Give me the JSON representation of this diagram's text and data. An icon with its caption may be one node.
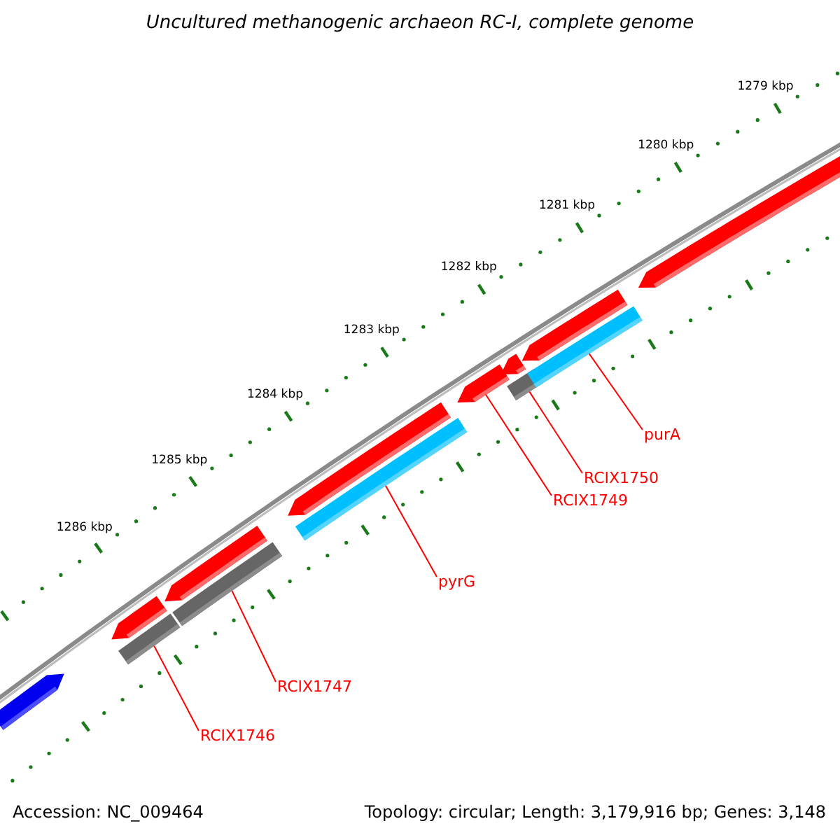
{
  "diagram": {
    "title": "Uncultured methanogenic archaeon RC-I, complete genome",
    "nodes": [
      {
        "text": [
          "purA"
        ]
      },
      {
        "text": [
          "RCIX1750"
        ]
      },
      {
        "text": [
          "RCIX1749"
        ]
      },
      {
        "text": [
          "pyrG"
        ]
      },
      {
        "text": [
          "RCIX1747"
        ]
      },
      {
        "text": [
          "RCIX1746"
        ]
      },
      {
        "text": [],
        "shape": "bar"
      },
      {
        "text": [],
        "shape": "bar"
      },
      {
        "text": [],
        "shape": "bar"
      },
      {
        "text": [],
        "shape": "bar"
      },
      {
        "text": [],
        "shape": "bar"
      },
      {
        "text": [],
        "shape": "bar"
      },
      {
        "text": [],
        "shape": "bar"
      },
      {
        "text": [],
        "shape": "bar"
      },
      {
        "text": [],
        "shape": "bar"
      },
      {
        "text": [],
        "shape": "bar"
      },
      {
        "text": [],
        "shape": "bar"
      },
      {
        "text": [],
        "shape": "bar"
      },
      {
        "text": [],
        "shape": "bar"
      }
    ],
    "edges": [
      {
        "from": 0,
        "to": 17,
        "arrow": "none"
      },
      {
        "from": 1,
        "to": 15,
        "arrow": "none"
      },
      {
        "from": 2,
        "to": 13,
        "arrow": "none"
      },
      {
        "from": 3,
        "to": 12,
        "arrow": "none"
      },
      {
        "from": 4,
        "to": 10,
        "arrow": "none"
      },
      {
        "from": 5,
        "to": 8,
        "arrow": "none"
      }
    ],
    "labels": [
      "1279 kbp",
      "1280 kbp",
      "1281 kbp",
      "1282 kbp",
      "1283 kbp",
      "1284 kbp",
      "1285 kbp",
      "1286 kbp",
      "Accession: NC_009464",
      "Topology: circular; Length: 3,179,916 bp; Genes: 3,148"
    ]
  }
}
